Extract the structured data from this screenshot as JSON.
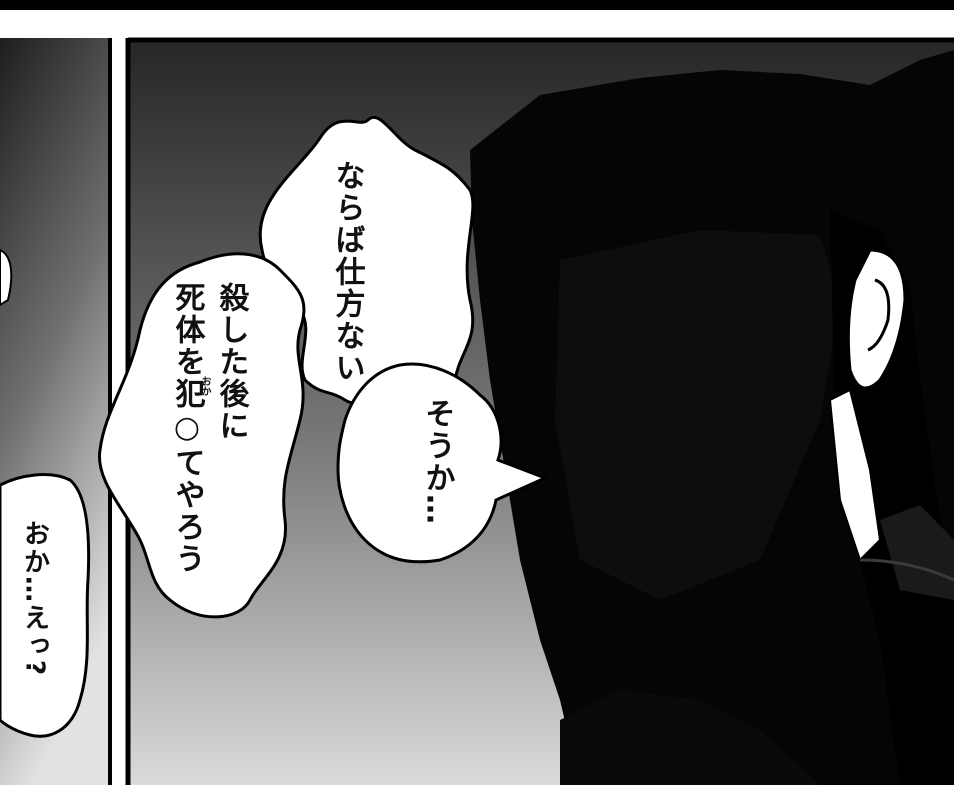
{
  "speech_bubbles": {
    "bubble_1": {
      "line_1": "ならば仕方ない"
    },
    "bubble_2": {
      "line_1": "殺した後に",
      "line_2": "死体を犯○てやろう",
      "furigana": "おか"
    },
    "bubble_3": {
      "line_1": "そうか…"
    },
    "bubble_4": {
      "line_1": "おか…えっ?"
    }
  },
  "colors": {
    "panel_border": "#000000",
    "gutter": "#ffffff",
    "background_top": "#2a2a2a",
    "background_bottom": "#d4d4d4",
    "figure": "#050505",
    "bubble_fill": "#ffffff"
  }
}
